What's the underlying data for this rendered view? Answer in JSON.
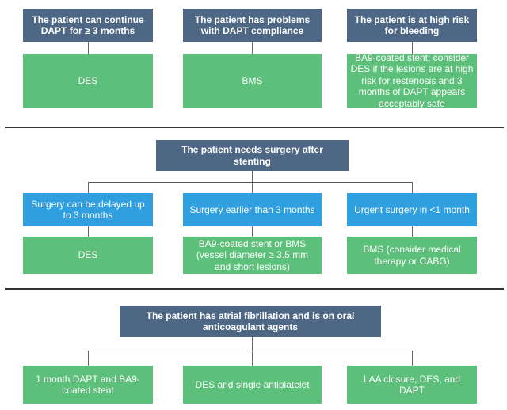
{
  "section1": {
    "conditions": [
      "The patient can continue DAPT for ≥ 3 months",
      "The patient has problems with DAPT compliance",
      "The patient is at high risk for bleeding"
    ],
    "recommendations": [
      "DES",
      "BMS",
      "BA9-coated stent; consider DES if the lesions are at high risk for restenosis and 3 months of DAPT appears acceptably safe"
    ]
  },
  "section2": {
    "header": "The patient needs surgery after stenting",
    "conditions": [
      "Surgery can be delayed up to 3 months",
      "Surgery earlier than 3 months",
      "Urgent surgery in <1 month"
    ],
    "recommendations": [
      "DES",
      "BA9-coated stent or BMS (vessel diameter ≥ 3.5 mm and short lesions)",
      "BMS (consider medical therapy or CABG)"
    ]
  },
  "section3": {
    "header": "The patient has atrial fibrillation and is on oral anticoagulant agents",
    "recommendations": [
      "1 month DAPT and BA9-coated stent",
      "DES and single antiplatelet",
      "LAA closure, DES, and DAPT"
    ]
  },
  "colors": {
    "condition_box": "#4d6785",
    "subcondition_box": "#2f9fe0",
    "recommendation_box": "#5cbf7a",
    "text": "#ffffff",
    "connector": "#666666"
  }
}
